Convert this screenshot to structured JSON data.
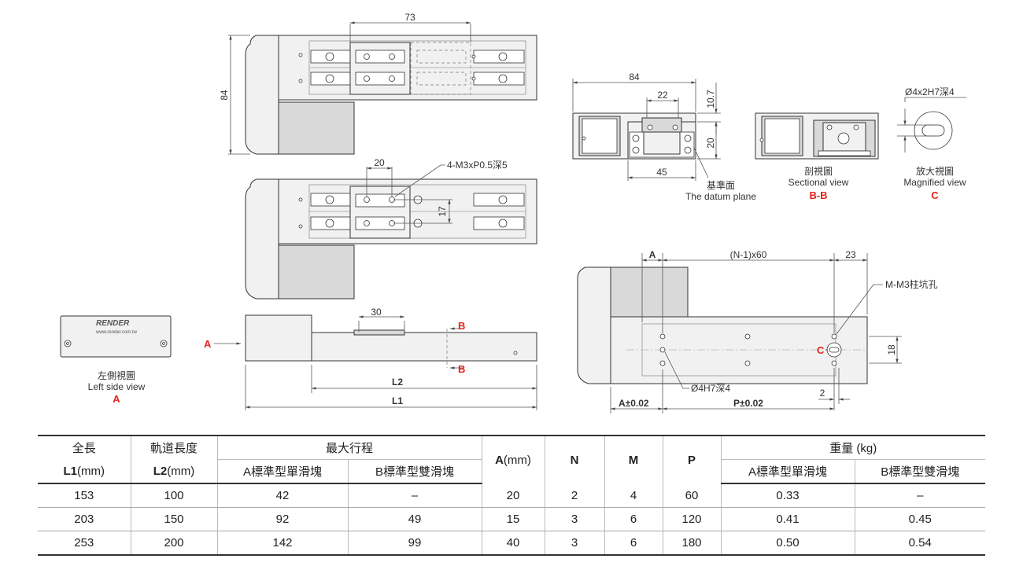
{
  "dims": {
    "top_73": "73",
    "top_84": "84",
    "mid_20": "20",
    "mid_note": "4-M3xP0.5深5",
    "mid_17": "17",
    "front_30": "30",
    "front_L2": "L2",
    "front_L1": "L1",
    "end_84": "84",
    "end_22": "22",
    "end_10_7": "10.7",
    "end_20": "20",
    "end_45": "45",
    "bot_A": "A",
    "bot_n1": "(N-1)x60",
    "bot_23": "23",
    "bot_mnote": "M-M3柱坑孔",
    "bot_18": "18",
    "bot_c": "C",
    "bot_hole": "Ø4H7深4",
    "bot_2": "2",
    "bot_a_tol": "A±0.02",
    "bot_p_tol": "P±0.02",
    "mag_hole": "Ø4x2H7深4",
    "section_B_top": "B",
    "section_B_bot": "B",
    "arrow_A": "A"
  },
  "labels": {
    "datum_cn": "基準面",
    "datum_en": "The datum plane",
    "section_cn": "剖視圖",
    "section_en": "Sectional view",
    "section_id": "B-B",
    "mag_cn": "放大視圖",
    "mag_en": "Magnified view",
    "mag_id": "C",
    "left_cn": "左側視圖",
    "left_en": "Left side view",
    "left_id": "A",
    "brand": "RENDER",
    "url": "www.render.com.tw"
  },
  "table": {
    "h_l1_cn": "全長",
    "h_l1_sym": "L1",
    "h_l1_unit": "(mm)",
    "h_l2_cn": "軌道長度",
    "h_l2_sym": "L2",
    "h_l2_unit": "(mm)",
    "h_stroke": "最大行程",
    "h_stroke_a": "A標準型單滑塊",
    "h_stroke_b": "B標準型雙滑塊",
    "h_a_sym": "A",
    "h_a_unit": "(mm)",
    "h_n": "N",
    "h_m": "M",
    "h_p": "P",
    "h_weight": "重量 (kg)",
    "h_weight_a": "A標準型單滑塊",
    "h_weight_b": "B標準型雙滑塊",
    "rows": [
      [
        "153",
        "100",
        "42",
        "–",
        "20",
        "2",
        "4",
        "60",
        "0.33",
        "–"
      ],
      [
        "203",
        "150",
        "92",
        "49",
        "15",
        "3",
        "6",
        "120",
        "0.41",
        "0.45"
      ],
      [
        "253",
        "200",
        "142",
        "99",
        "40",
        "3",
        "6",
        "180",
        "0.50",
        "0.54"
      ]
    ]
  }
}
